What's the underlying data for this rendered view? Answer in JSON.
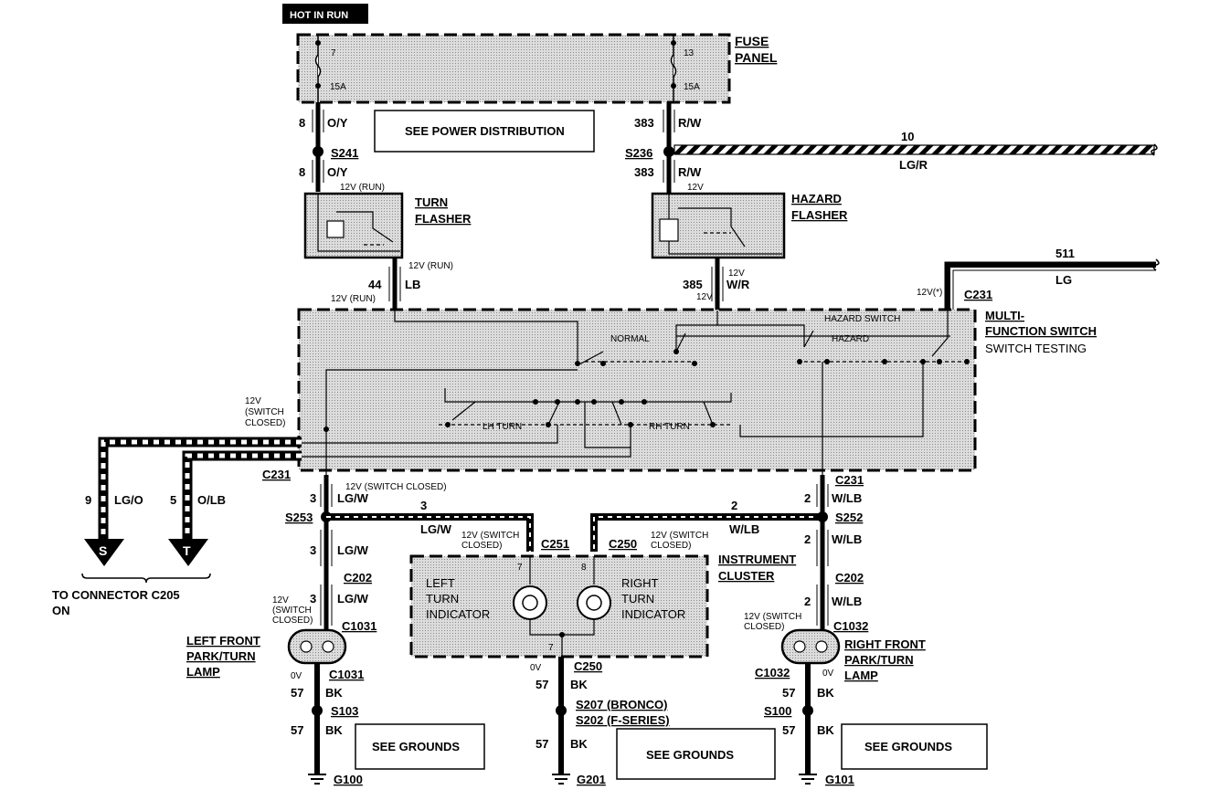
{
  "title": "HOT IN RUN",
  "fuse_panel": {
    "label_1": "FUSE",
    "label_2": "PANEL",
    "fuse_left_num": "7",
    "fuse_left_amp": "15A",
    "fuse_right_num": "13",
    "fuse_right_amp": "15A"
  },
  "boxes": {
    "power_distribution": "SEE POWER DISTRIBUTION",
    "grounds_left": "SEE GROUNDS",
    "grounds_center": "SEE GROUNDS",
    "grounds_right": "SEE GROUNDS"
  },
  "wires": {
    "w8_num": "8",
    "w8_color": "O/Y",
    "w8b_num": "8",
    "w8b_color": "O/Y",
    "w383_num": "383",
    "w383_color": "R/W",
    "w383b_num": "383",
    "w383b_color": "R/W",
    "w10_num": "10",
    "w10_color": "LG/R",
    "w44_num": "44",
    "w44_color": "LB",
    "w385_num": "385",
    "w385_color": "W/R",
    "w511_num": "511",
    "w511_color": "LG",
    "w9_num": "9",
    "w9_color": "LG/O",
    "w5_num": "5",
    "w5_color": "O/LB",
    "w3a_num": "3",
    "w3a_color": "LG/W",
    "w3b_num": "3",
    "w3c_num": "3",
    "w3d_num": "3",
    "w3h_num": "3",
    "w3h_color": "LG/W",
    "w2a_num": "2",
    "w2a_color": "W/LB",
    "w2h_num": "2",
    "w2h_color": "W/LB",
    "w2b_num": "2",
    "w2c_num": "2",
    "w57a_num": "57",
    "w57b_num": "57",
    "w57c_num": "57",
    "w57d_num": "57",
    "w57e_num": "57",
    "w57f_num": "57",
    "bk": "BK"
  },
  "splices": {
    "s241": "S241",
    "s236": "S236",
    "s253": "S253",
    "s252": "S252",
    "s103": "S103",
    "s100": "S100",
    "s207": "S207 (BRONCO)",
    "s202": "S202 (F-SERIES)"
  },
  "connectors": {
    "c231_top": "C231",
    "c231_left": "C231",
    "c231_right": "C231",
    "c251": "C251",
    "c250_top": "C250",
    "c250_bottom": "C250",
    "c202_left": "C202",
    "c202_right": "C202",
    "c1031_top": "C1031",
    "c1031_bottom": "C1031",
    "c1032_top": "C1032",
    "c1032_bottom": "C1032"
  },
  "grounds": {
    "g100": "G100",
    "g201": "G201",
    "g101": "G101"
  },
  "components": {
    "turn_flasher_1": "TURN",
    "turn_flasher_2": "FLASHER",
    "hazard_flasher_1": "HAZARD",
    "hazard_flasher_2": "FLASHER",
    "mfs_1": "MULTI-",
    "mfs_2": "FUNCTION SWITCH",
    "mfs_3": "SWITCH TESTING",
    "ic_1": "INSTRUMENT",
    "ic_2": "CLUSTER",
    "left_ind_1": "LEFT",
    "left_ind_2": "TURN",
    "left_ind_3": "INDICATOR",
    "right_ind_1": "RIGHT",
    "right_ind_2": "TURN",
    "right_ind_3": "INDICATOR",
    "lfp_1": "LEFT FRONT",
    "lfp_2": "PARK/TURN",
    "lfp_3": "LAMP",
    "rfp_1": "RIGHT FRONT",
    "rfp_2": "PARK/TURN",
    "rfp_3": "LAMP",
    "to_conn_1": "TO CONNECTOR C205",
    "to_conn_2": "ON",
    "term_s": "S",
    "term_t": "T"
  },
  "switch_labels": {
    "normal": "NORMAL",
    "hazard_switch": "HAZARD SWITCH",
    "hazard": "HAZARD",
    "lh_turn": "LH TURN",
    "rh_turn": "RH TURN"
  },
  "voltages": {
    "v12run_a": "12V (RUN)",
    "v12run_b": "12V (RUN)",
    "v12run_c": "12V (RUN)",
    "v12_haz": "12V",
    "v12_385a": "12V",
    "v12_385b": "12V",
    "v12_star": "12V(*)",
    "v12sc_1": "12V",
    "v12sc_2": "(SWITCH",
    "v12sc_3": "CLOSED)",
    "v12sc_c231": "12V (SWITCH  CLOSED)",
    "v12sc_c251_1": "12V (SWITCH",
    "v12sc_c251_2": "CLOSED)",
    "v12sc_c250_1": "12V (SWITCH",
    "v12sc_c250_2": "CLOSED)",
    "v12sc_c1031_1": "12V",
    "v12sc_c1031_2": "(SWITCH",
    "v12sc_c1031_3": "CLOSED)",
    "v12sc_c1032_1": "12V (SWITCH",
    "v12sc_c1032_2": "CLOSED)",
    "v0a": "0V",
    "v0b": "0V",
    "v0c": "0V"
  },
  "pins": {
    "p7a": "7",
    "p8": "8",
    "p7b": "7"
  }
}
